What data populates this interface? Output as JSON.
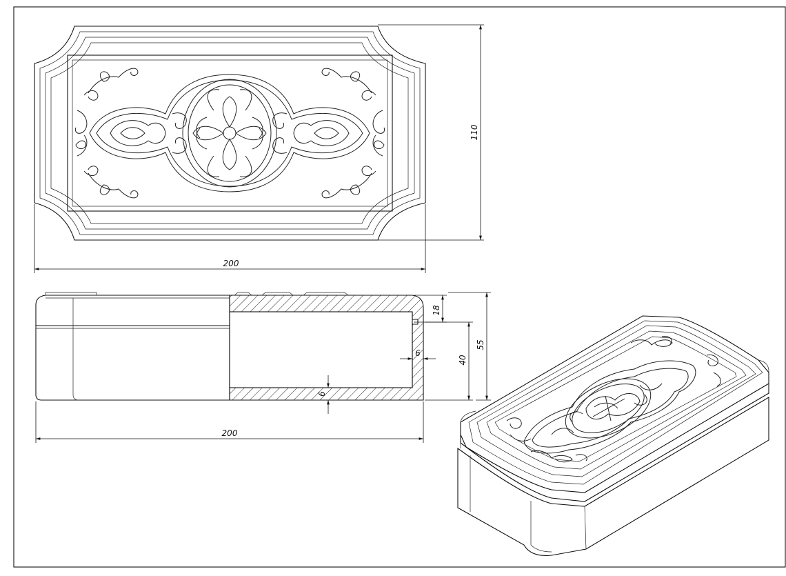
{
  "drawing": {
    "dimensions": {
      "top_width": "200",
      "top_height": "110",
      "section_width": "200",
      "lid_height": "18",
      "total_height": "55",
      "inner_height": "40",
      "wall_thickness": "6",
      "bottom_thickness": "6"
    }
  }
}
